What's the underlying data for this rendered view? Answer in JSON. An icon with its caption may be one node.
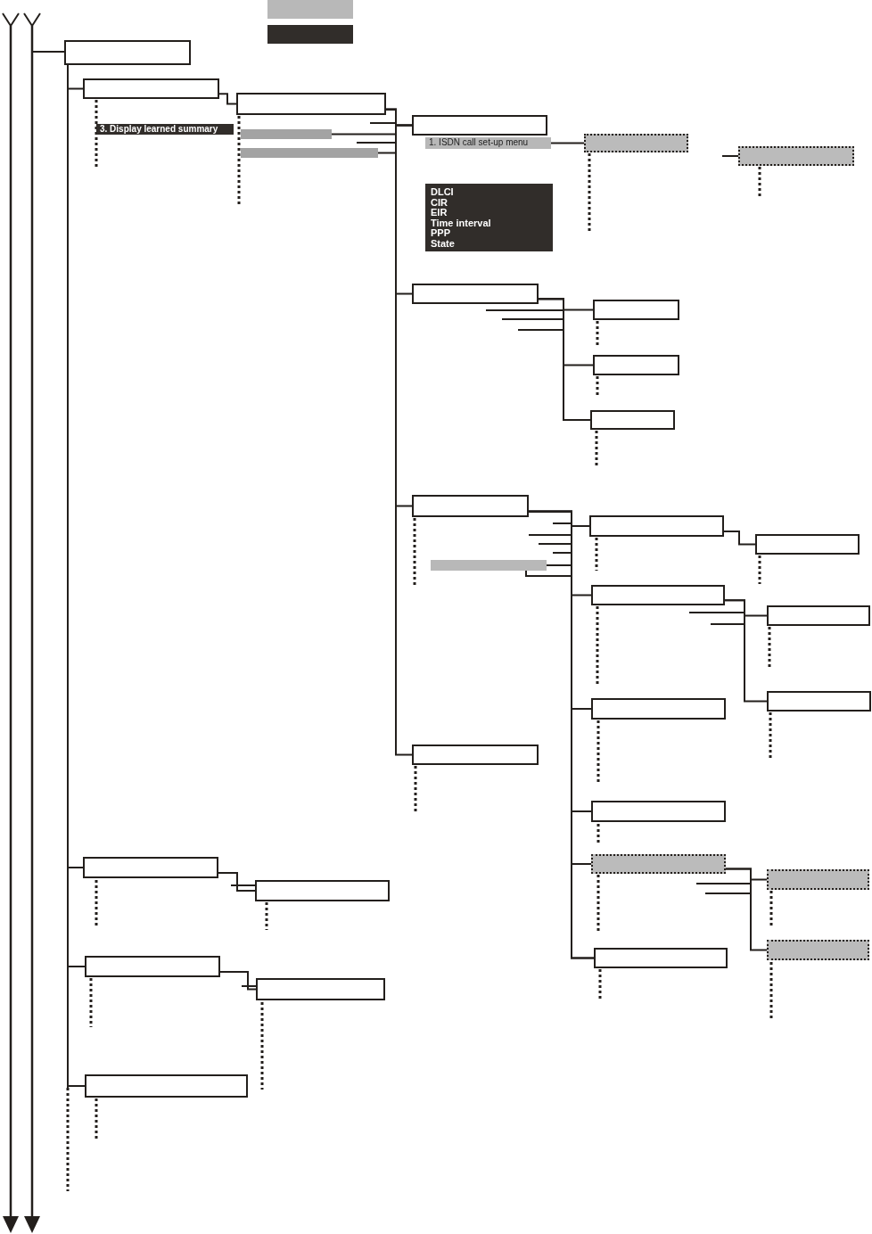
{
  "diagram": {
    "nodes": [
      {
        "text": [],
        "shape": "bar"
      },
      {
        "text": [],
        "shape": "bar"
      },
      {
        "text": [],
        "shape": "box"
      },
      {
        "text": [],
        "shape": "box"
      },
      {
        "text": [],
        "shape": "box"
      },
      {
        "text": [
          "3. Display learned summary"
        ]
      },
      {
        "text": [],
        "shape": "bar"
      },
      {
        "text": [],
        "shape": "bar"
      },
      {
        "text": [],
        "shape": "box"
      },
      {
        "text": [
          "1. ISDN call set-up menu"
        ]
      },
      {
        "text": [],
        "shape": "box"
      },
      {
        "text": [],
        "shape": "box"
      },
      {
        "text": [
          "DLCI",
          "CIR",
          "EIR",
          "Time interval",
          "PPP",
          "State"
        ]
      },
      {
        "text": [],
        "shape": "box"
      },
      {
        "text": [],
        "shape": "box"
      },
      {
        "text": [],
        "shape": "box"
      },
      {
        "text": [],
        "shape": "box"
      },
      {
        "text": [],
        "shape": "box"
      },
      {
        "text": [],
        "shape": "bar"
      },
      {
        "text": [],
        "shape": "box"
      },
      {
        "text": [],
        "shape": "box"
      },
      {
        "text": [],
        "shape": "box"
      },
      {
        "text": [],
        "shape": "box"
      },
      {
        "text": [],
        "shape": "box"
      },
      {
        "text": [],
        "shape": "box"
      },
      {
        "text": [],
        "shape": "box"
      },
      {
        "text": [],
        "shape": "box"
      },
      {
        "text": [],
        "shape": "box"
      },
      {
        "text": [],
        "shape": "box"
      },
      {
        "text": [],
        "shape": "box"
      },
      {
        "text": [],
        "shape": "box"
      },
      {
        "text": [],
        "shape": "box"
      },
      {
        "text": [],
        "shape": "box"
      },
      {
        "text": [],
        "shape": "box"
      },
      {
        "text": [],
        "shape": "box"
      },
      {
        "text": [],
        "shape": "box"
      }
    ],
    "edges": [
      {
        "from": 2,
        "to": 3,
        "arrow": "none"
      },
      {
        "from": 3,
        "to": 4,
        "arrow": "none"
      },
      {
        "from": 4,
        "to": 8,
        "arrow": "none"
      },
      {
        "from": 9,
        "to": 10,
        "arrow": "none"
      },
      {
        "from": null,
        "to": 11,
        "arrow": "none"
      },
      {
        "from": 4,
        "to": 13,
        "arrow": "none"
      },
      {
        "from": 13,
        "to": 14,
        "arrow": "none"
      },
      {
        "from": 13,
        "to": 15,
        "arrow": "none"
      },
      {
        "from": 13,
        "to": 16,
        "arrow": "none"
      },
      {
        "from": 4,
        "to": 17,
        "arrow": "none"
      },
      {
        "from": 17,
        "to": 19,
        "arrow": "none"
      },
      {
        "from": 19,
        "to": 20,
        "arrow": "none"
      },
      {
        "from": 17,
        "to": 21,
        "arrow": "none"
      },
      {
        "from": 21,
        "to": 22,
        "arrow": "none"
      },
      {
        "from": 21,
        "to": 23,
        "arrow": "none"
      },
      {
        "from": 17,
        "to": 24,
        "arrow": "none"
      },
      {
        "from": 17,
        "to": 25,
        "arrow": "none"
      },
      {
        "from": 17,
        "to": 26,
        "arrow": "none"
      },
      {
        "from": 26,
        "to": 27,
        "arrow": "none"
      },
      {
        "from": 26,
        "to": 28,
        "arrow": "none"
      },
      {
        "from": 17,
        "to": 29,
        "arrow": "none"
      },
      {
        "from": 4,
        "to": 30,
        "arrow": "none"
      },
      {
        "from": 2,
        "to": 31,
        "arrow": "none"
      },
      {
        "from": 31,
        "to": 32,
        "arrow": "none"
      },
      {
        "from": 2,
        "to": 33,
        "arrow": "none"
      },
      {
        "from": 33,
        "to": 34,
        "arrow": "none"
      },
      {
        "from": 2,
        "to": 35,
        "arrow": "none"
      },
      {
        "from": 6,
        "to": 8,
        "arrow": "none"
      },
      {
        "from": 7,
        "to": 8,
        "arrow": "none"
      },
      {
        "from": 18,
        "to": 19,
        "arrow": "none"
      },
      {
        "from": 18,
        "to": 29,
        "arrow": "none"
      }
    ]
  }
}
